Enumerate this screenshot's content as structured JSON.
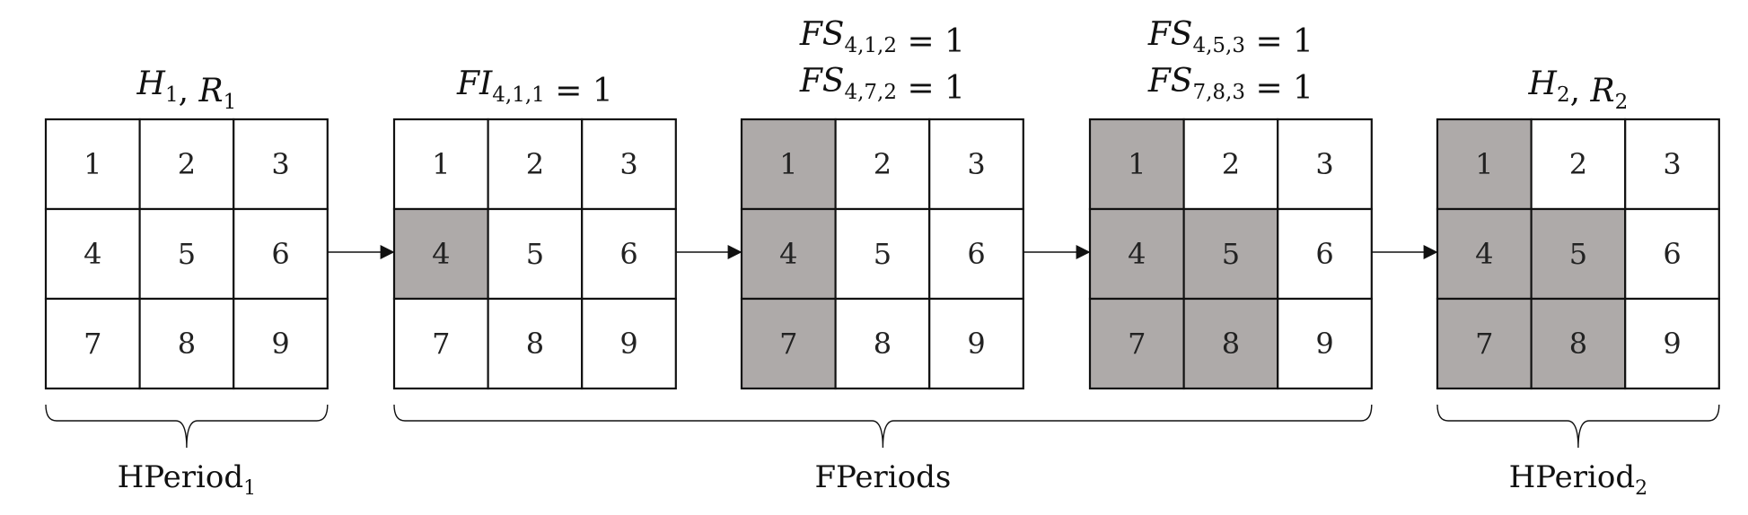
{
  "colors": {
    "highlight": "#aeaaa9",
    "plain": "#ffffff",
    "stroke": "#111111"
  },
  "grid_cells": [
    "1",
    "2",
    "3",
    "4",
    "5",
    "6",
    "7",
    "8",
    "9"
  ],
  "panels": [
    {
      "id": "h1",
      "title_lines": [
        {
          "base": "H",
          "sub": "1",
          "sep": ", ",
          "base2": "R",
          "sub2": "1",
          "tail": ""
        }
      ],
      "highlighted": []
    },
    {
      "id": "fi",
      "title_lines": [
        {
          "base": "FI",
          "sub": "4,1,1",
          "tail": " = 1"
        }
      ],
      "highlighted": [
        4
      ]
    },
    {
      "id": "fs1",
      "title_lines": [
        {
          "base": "FS",
          "sub": "4,1,2",
          "tail": " = 1"
        },
        {
          "base": "FS",
          "sub": "4,7,2",
          "tail": " = 1"
        }
      ],
      "highlighted": [
        1,
        4,
        7
      ]
    },
    {
      "id": "fs2",
      "title_lines": [
        {
          "base": "FS",
          "sub": "4,5,3",
          "tail": " = 1"
        },
        {
          "base": "FS",
          "sub": "7,8,3",
          "tail": " = 1"
        }
      ],
      "highlighted": [
        1,
        4,
        5,
        7,
        8
      ]
    },
    {
      "id": "h2",
      "title_lines": [
        {
          "base": "H",
          "sub": "2",
          "sep": ", ",
          "base2": "R",
          "sub2": "2",
          "tail": ""
        }
      ],
      "highlighted": [
        1,
        4,
        5,
        7,
        8
      ]
    }
  ],
  "braces": [
    {
      "id": "hperiod1",
      "label": "HPeriod",
      "label_sub": "1",
      "from_panel": 0,
      "to_panel": 0
    },
    {
      "id": "fperiods",
      "label": "FPeriods",
      "label_sub": "",
      "from_panel": 1,
      "to_panel": 3
    },
    {
      "id": "hperiod2",
      "label": "HPeriod",
      "label_sub": "2",
      "from_panel": 4,
      "to_panel": 4
    }
  ]
}
